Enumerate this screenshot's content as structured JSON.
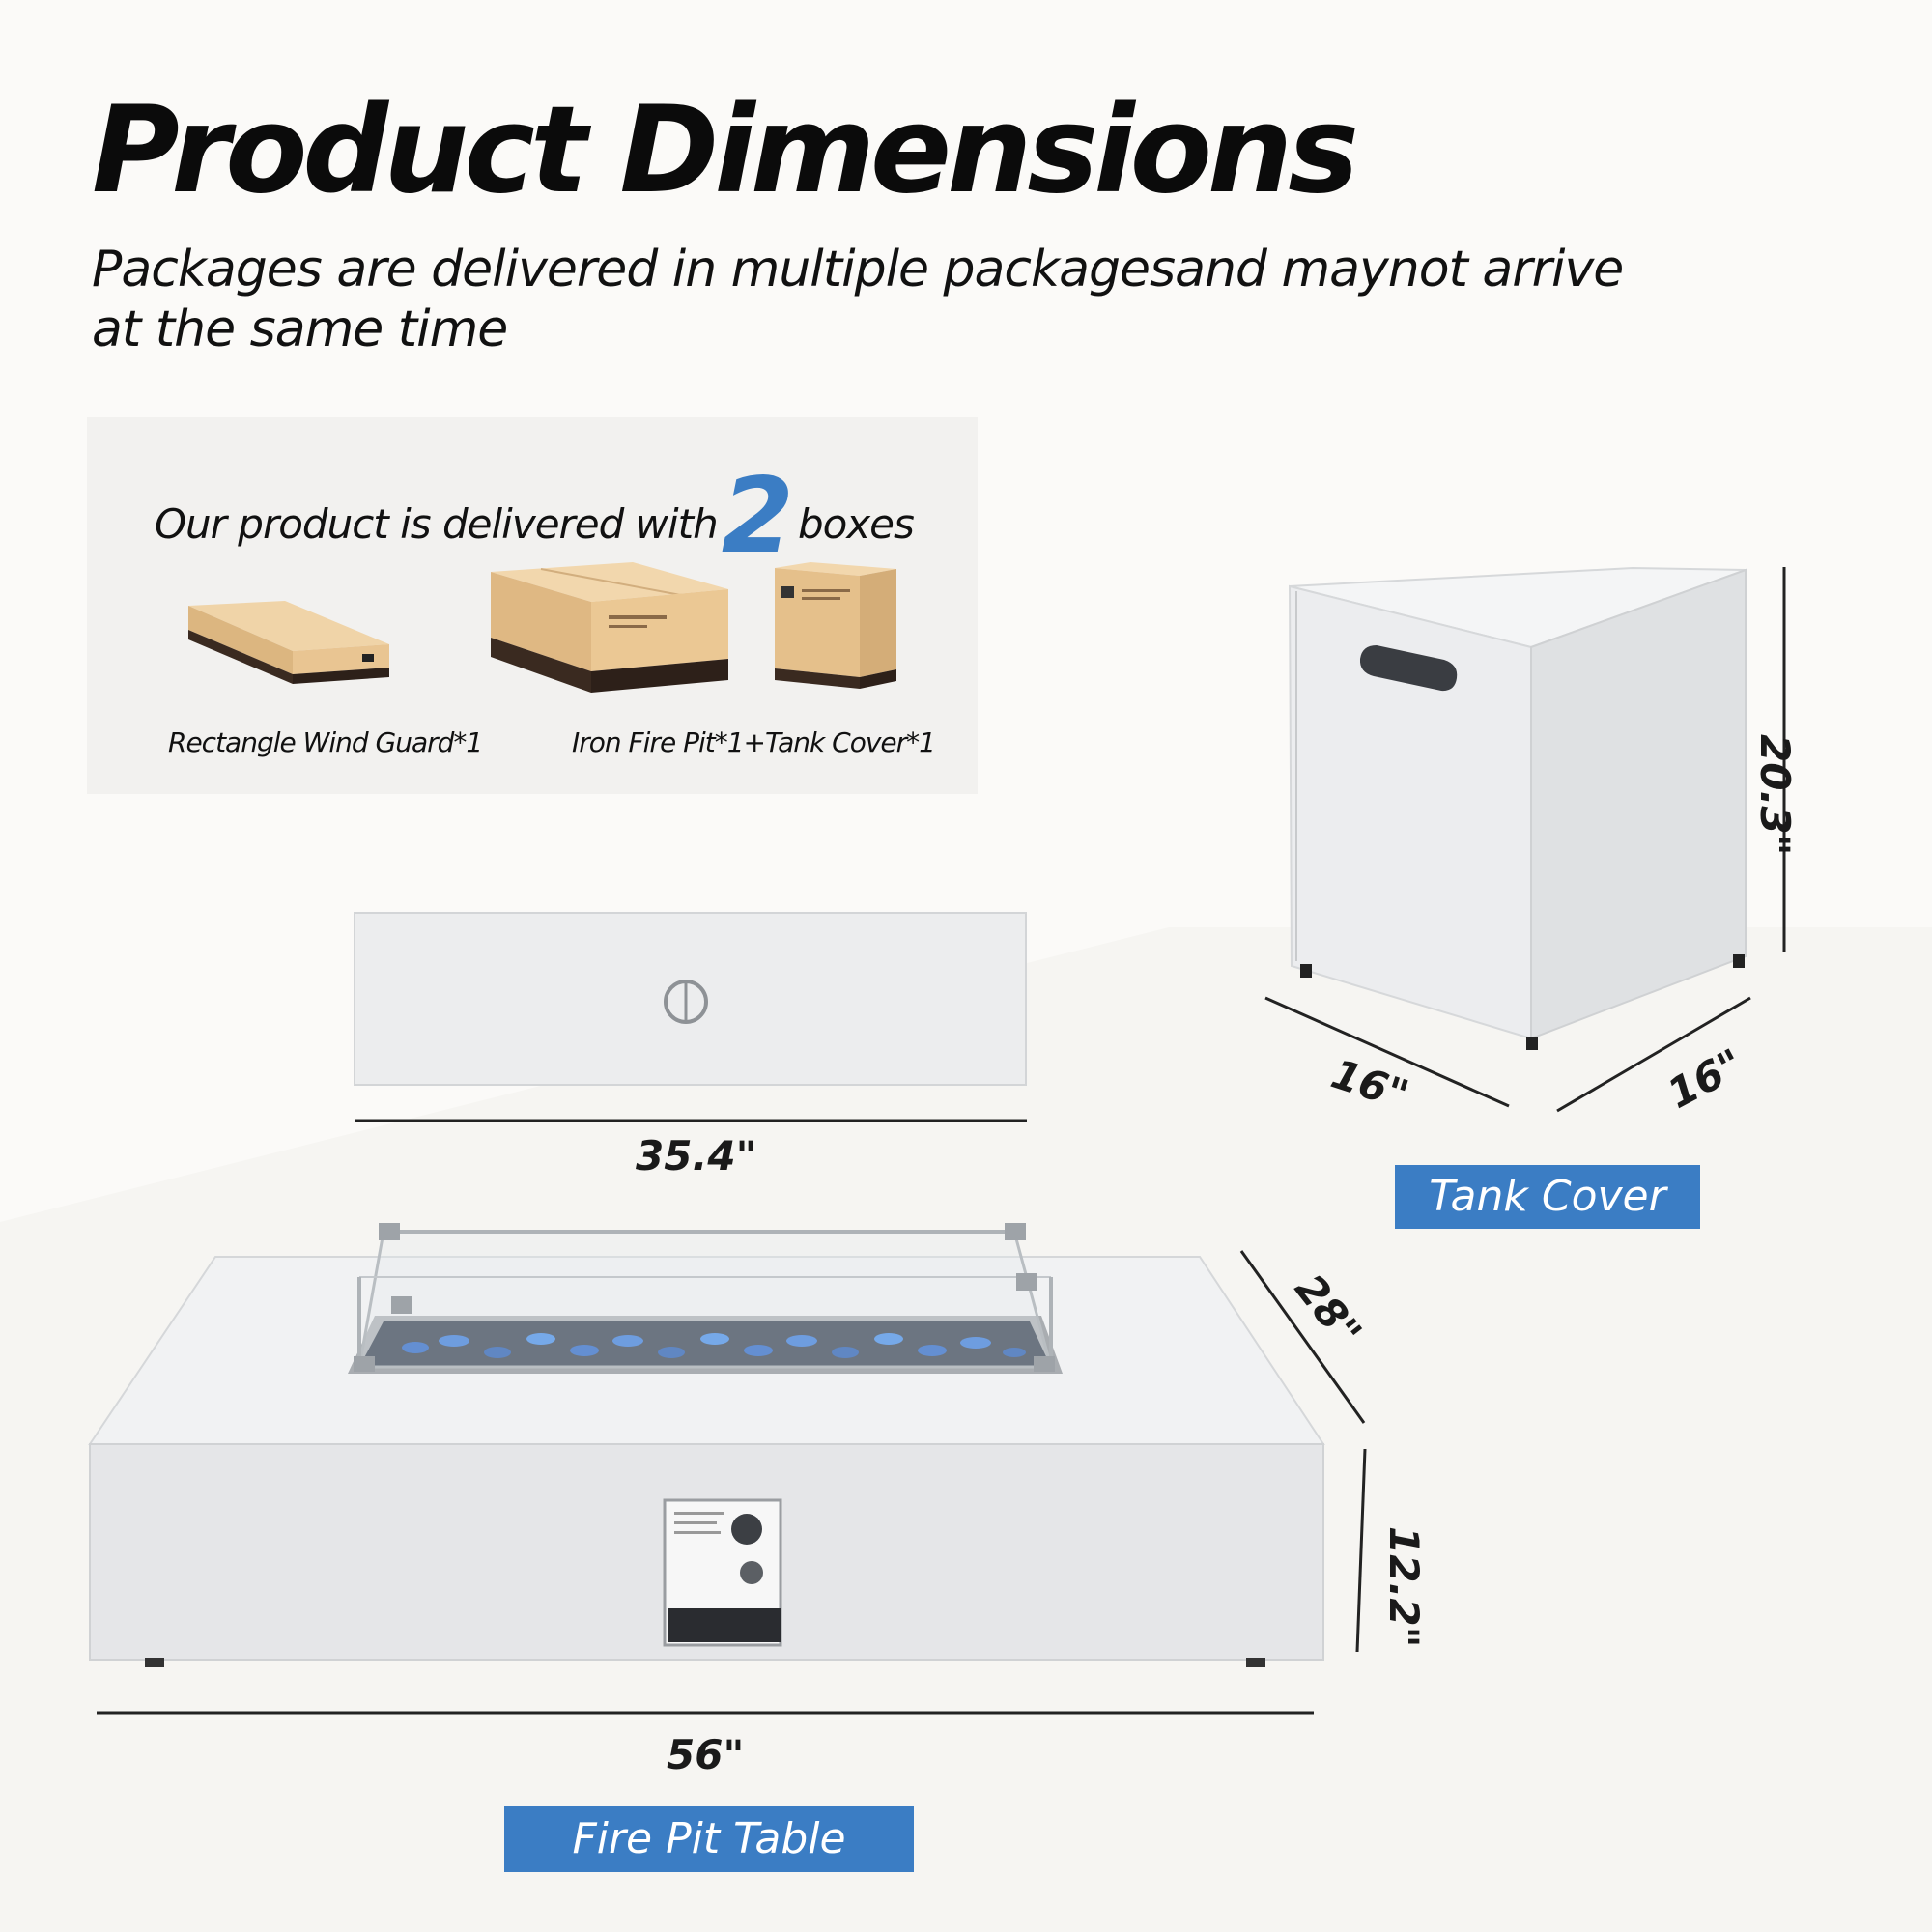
{
  "header": {
    "title": "Product Dimensions",
    "subtitle": "Packages are delivered in multiple packagesand maynot arrive at the same time"
  },
  "packaging": {
    "heading_before": "Our product is delivered with",
    "box_count": "2",
    "heading_after": "boxes",
    "captions": [
      "Rectangle Wind Guard*1",
      "Iron Fire Pit*1+Tank Cover*1"
    ]
  },
  "tank_cover": {
    "label": "Tank Cover",
    "height": "20.3\"",
    "depth": "16\"",
    "width": "16\""
  },
  "lid": {
    "width": "35.4\""
  },
  "fire_pit": {
    "label": "Fire Pit Table",
    "depth": "28\"",
    "height": "12.2\"",
    "width": "56\""
  },
  "colors": {
    "accent": "#3b7dc4",
    "product": "#ecedee",
    "background": "#fbfaf8",
    "cardboard": "#e7c595"
  }
}
